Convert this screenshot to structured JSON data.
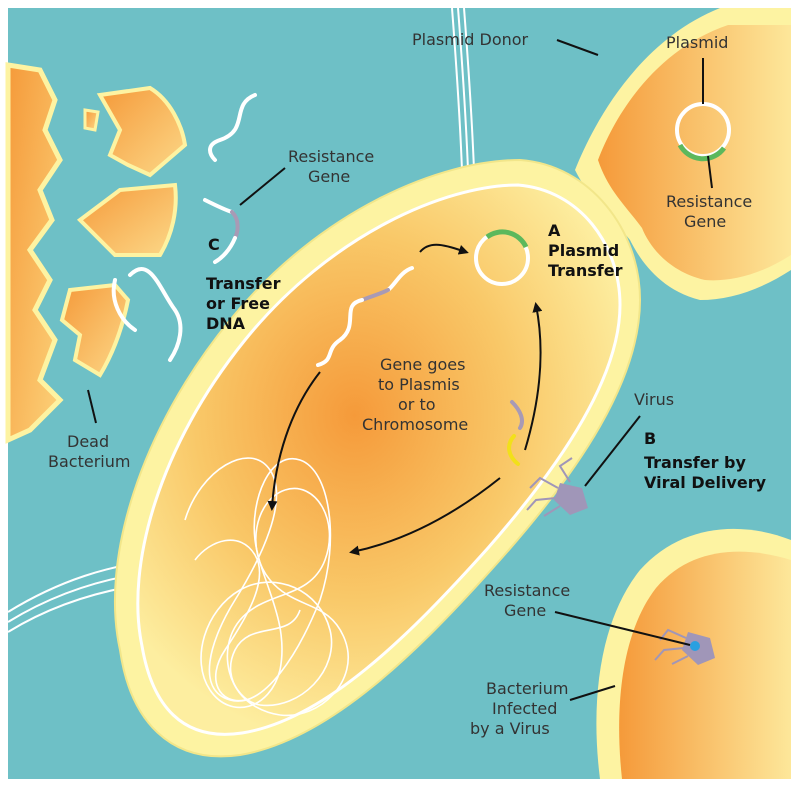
{
  "labels": {
    "plasmid_donor": "Plasmid Donor",
    "plasmid": "Plasmid",
    "resistance_gene_donor": [
      "Resistance",
      "Gene"
    ],
    "resistance_gene_free": [
      "Resistance",
      "Gene"
    ],
    "resistance_gene_infected": [
      "Resistance",
      "Gene"
    ],
    "dead_bacterium": [
      "Dead",
      "Bacterium"
    ],
    "gene_goes": [
      "Gene goes",
      "to Plasmis",
      "or to",
      "Chromosome"
    ],
    "virus": "Virus",
    "infected": [
      "Bacterium",
      "Infected",
      "by a Virus"
    ]
  },
  "mechanisms": {
    "a": {
      "letter": "A",
      "lines": [
        "Plasmid",
        "Transfer"
      ]
    },
    "b": {
      "letter": "B",
      "lines": [
        "Transfer by",
        "Viral Delivery"
      ]
    },
    "c": {
      "letter": "C",
      "lines": [
        "Transfer",
        "or Free",
        "DNA"
      ]
    }
  },
  "colors": {
    "background": "#6ec0c6",
    "cell_wall": "#fdf3a2",
    "cell_core": "#f59a3a",
    "plasmid_gene": "#5cb85c",
    "gene_segment": "#a89ab5",
    "incoming_gene": "#f2e01a",
    "virus": "#a096b8",
    "virus_dot": "#2aa0e0"
  }
}
